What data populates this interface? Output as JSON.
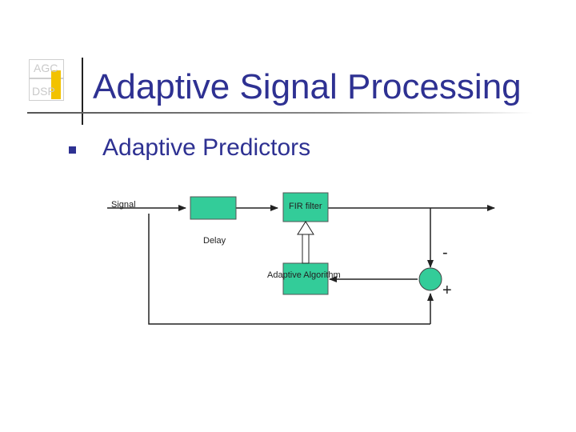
{
  "logo": {
    "top": "AGC",
    "bottom": "DSP"
  },
  "title": "Adaptive Signal Processing",
  "bullet": "Adaptive Predictors",
  "diagram": {
    "signal_label": "Signal",
    "fir_label": "FIR filter",
    "delay_label": "Delay",
    "adaptive_label": "Adaptive Algorithm",
    "minus_sign": "-",
    "plus_sign": "+"
  },
  "colors": {
    "title": "#2e3192",
    "block_fill": "#33cc99",
    "logo_bar": "#f2c200"
  }
}
